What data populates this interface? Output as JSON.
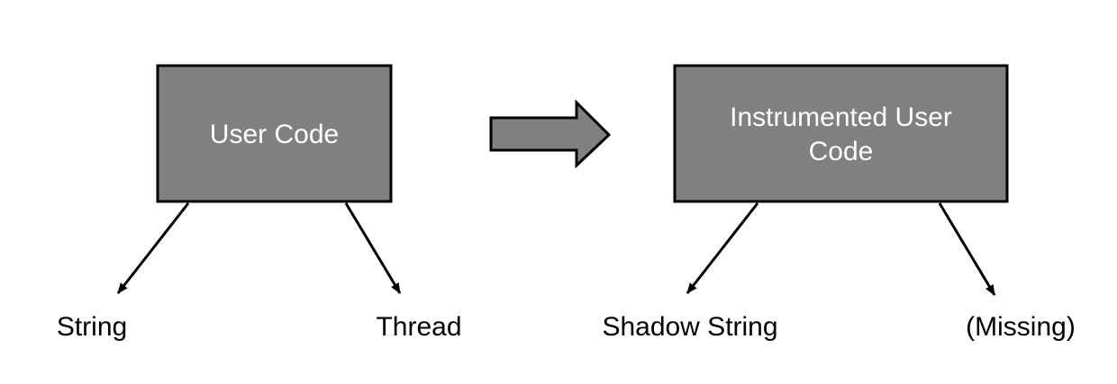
{
  "colors": {
    "box_fill": "#808080",
    "stroke": "#000000",
    "box_text": "#ffffff",
    "label_text": "#000000"
  },
  "left": {
    "box_label": "User Code",
    "targets": [
      "String",
      "Thread"
    ]
  },
  "transform_arrow": "right-block-arrow",
  "right": {
    "box_label_lines": [
      "Instrumented User",
      "Code"
    ],
    "targets": [
      "Shadow String",
      "(Missing)"
    ]
  }
}
